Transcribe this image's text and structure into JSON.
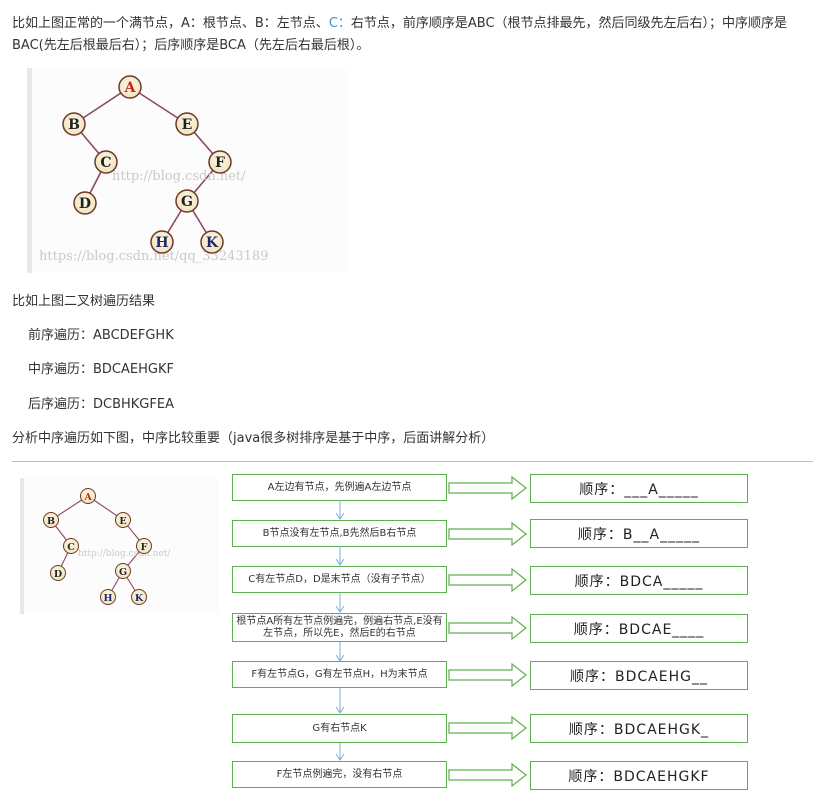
{
  "intro": {
    "part1": "比如上图正常的一个满节点，A：根节点、B：左节点、",
    "blue": "C：",
    "part2": "右节点，前序顺序是ABC（根节点排最先，然后同级先左后右）；中序顺序是BAC(先左后根最后右）；后序顺序是BCA（先左后右最后根）。"
  },
  "figure1": {
    "nodes": [
      "A",
      "B",
      "E",
      "C",
      "F",
      "D",
      "G",
      "H",
      "K"
    ],
    "watermark1": "http://blog.csdn.net/",
    "watermark2": "https://blog.csdn.net/qq_33243189"
  },
  "traversal": {
    "heading": "比如上图二叉树遍历结果",
    "preorder": "前序遍历：ABCDEFGHK",
    "inorder": "中序遍历：BDCAEHGKF",
    "postorder": "后序遍历：DCBHKGFEA"
  },
  "analysis_heading": "分析中序遍历如下图，中序比较重要（java很多树排序是基于中序，后面讲解分析）",
  "figure2": {
    "nodes": [
      "A",
      "B",
      "E",
      "C",
      "F",
      "D",
      "G",
      "H",
      "K"
    ],
    "watermark": "http://blog.csdn.net/"
  },
  "steps": [
    {
      "desc": "A左边有节点，先例遍A左边节点",
      "result": "顺序：___A_____"
    },
    {
      "desc": "B节点没有左节点,B先然后B右节点",
      "result": "顺序：B__A_____"
    },
    {
      "desc": "C有左节点D，D是末节点（没有子节点）",
      "result": "顺序：BDCA_____"
    },
    {
      "desc": "根节点A所有左节点例遍完，例遍右节点,E没有左节点，所以先E，然后E的右节点",
      "result": "顺序：BDCAE____"
    },
    {
      "desc": "F有左节点G，G有左节点H，H为末节点",
      "result": "顺序：BDCAEHG__"
    },
    {
      "desc": "G有右节点K",
      "result": "顺序：BDCAEHGK_"
    },
    {
      "desc": "F左节点例遍完，没有右节点",
      "result": "顺序：BDCAEHGKF"
    }
  ]
}
